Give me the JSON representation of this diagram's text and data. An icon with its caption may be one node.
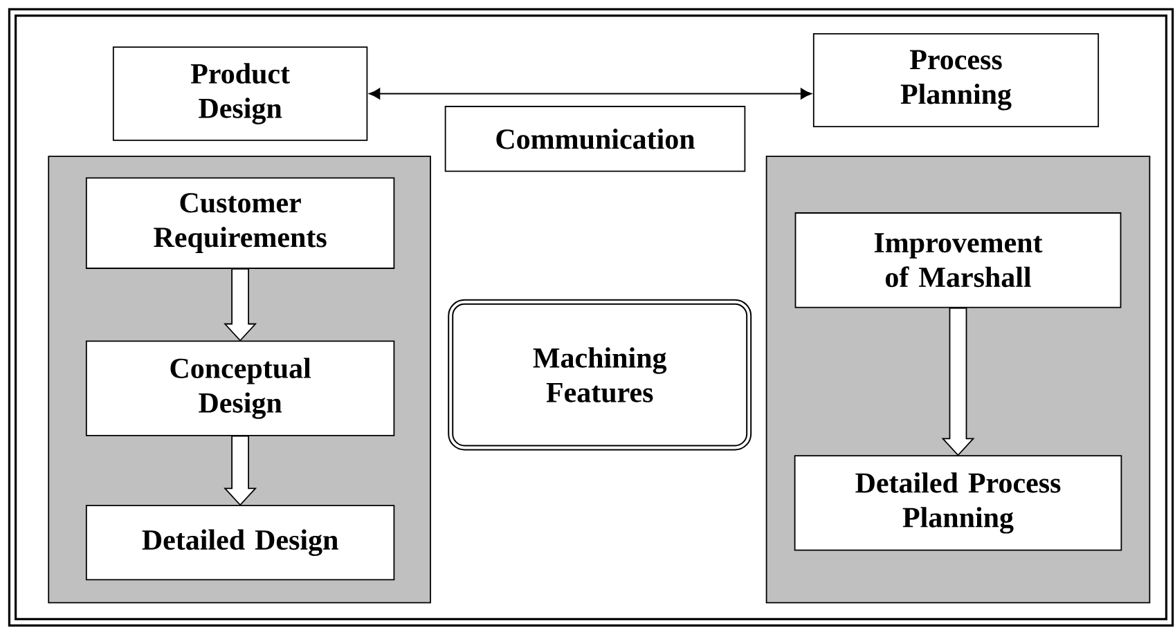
{
  "diagram": {
    "nodes": [
      {
        "text": [
          "Product Design"
        ]
      },
      {
        "text": [
          "Process Planning"
        ]
      },
      {
        "text": [
          "Communication"
        ]
      },
      {
        "text": [],
        "shape": "box"
      },
      {
        "text": [
          "Customer Requirements"
        ],
        "in": 3
      },
      {
        "text": [
          "Conceptual Design"
        ],
        "in": 3
      },
      {
        "text": [
          "Detailed Design"
        ],
        "in": 3
      },
      {
        "text": [
          "Machining Features"
        ]
      },
      {
        "text": [],
        "shape": "box"
      },
      {
        "text": [
          "Improvement of Marshall"
        ],
        "in": 8
      },
      {
        "text": [
          "Detailed Process Planning"
        ],
        "in": 8
      }
    ],
    "edges": [
      {
        "from": 0,
        "to": 1,
        "arrow": "both"
      },
      {
        "from": 4,
        "to": 5,
        "arrow": "to"
      },
      {
        "from": 5,
        "to": 6,
        "arrow": "to"
      },
      {
        "from": 9,
        "to": 10,
        "arrow": "to"
      }
    ]
  }
}
